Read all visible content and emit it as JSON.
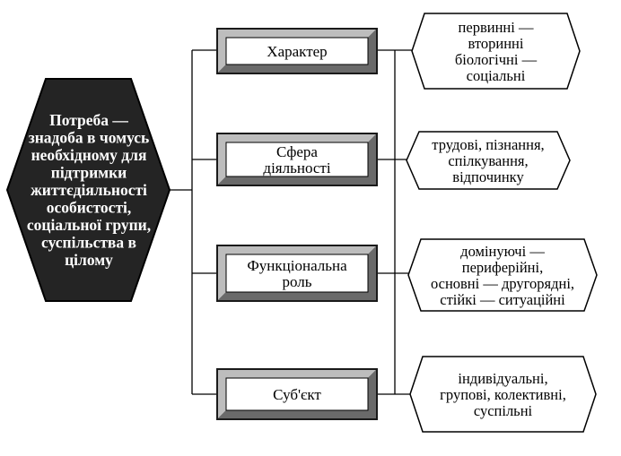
{
  "central": {
    "lines": [
      "Потреба —",
      "знадоба в чомусь",
      "необхідному для",
      "підтримки",
      "життєдіяльності",
      "особистості,",
      "соціальної групи,",
      "суспільства в",
      "цілому"
    ]
  },
  "categories": [
    {
      "label_lines": [
        "Характер"
      ],
      "detail_lines": [
        "первинні —",
        "вторинні",
        "біологічні —",
        "соціальні"
      ]
    },
    {
      "label_lines": [
        "Сфера",
        "діяльності"
      ],
      "detail_lines": [
        "трудові, пізнання,",
        "спілкування,",
        "відпочинку"
      ]
    },
    {
      "label_lines": [
        "Функціональна",
        "роль"
      ],
      "detail_lines": [
        "домінуючі —",
        "периферійні,",
        "основні — другорядні,",
        "стійкі — ситуаційні"
      ]
    },
    {
      "label_lines": [
        "Суб'єкт"
      ],
      "detail_lines": [
        "індивідуальні,",
        "групові, колективні,",
        "суспільні"
      ]
    }
  ],
  "colors": {
    "central_fill": "#242424",
    "central_text": "#ffffff",
    "frame_dark": "#1a1a1a",
    "frame_mid": "#6a6a6a",
    "frame_light": "#bdbdbd",
    "box_fill": "#ffffff",
    "line": "#000000"
  }
}
